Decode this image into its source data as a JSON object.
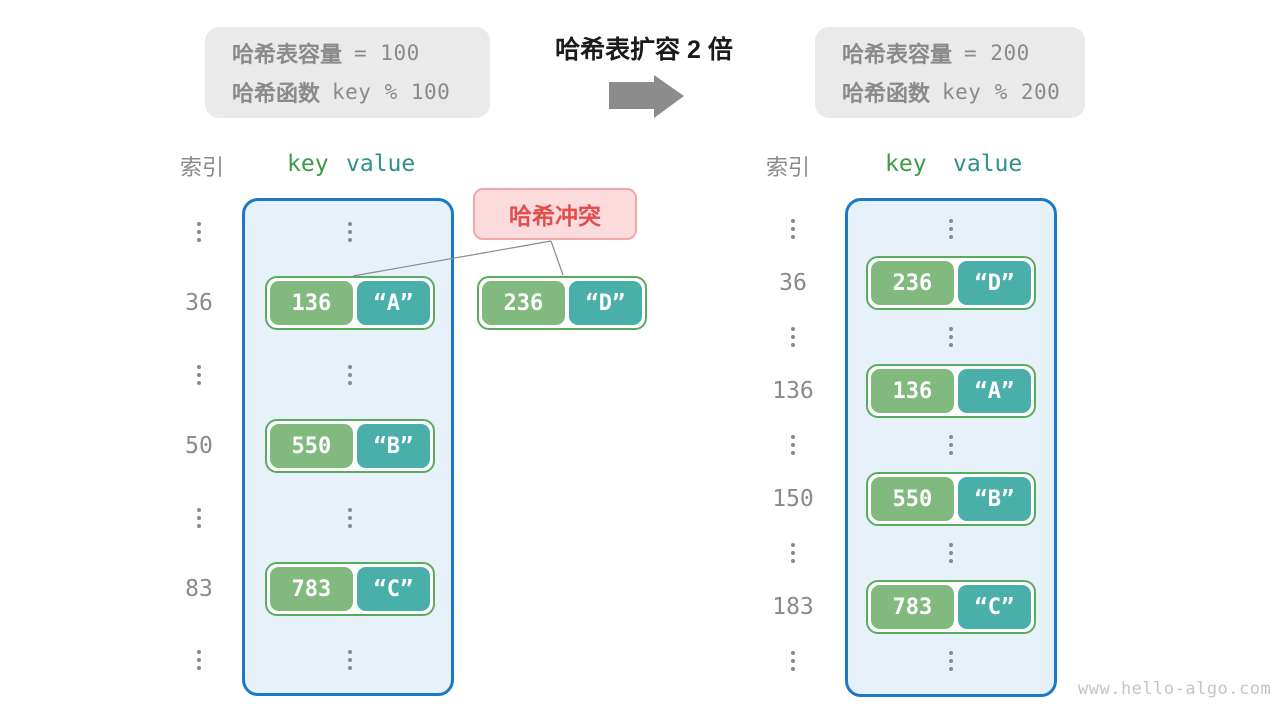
{
  "title": "哈希表扩容 2 倍",
  "info_left": {
    "line1_label": "哈希表容量",
    "line1_value": "= 100",
    "line2_label": "哈希函数",
    "line2_value": "key % 100"
  },
  "info_right": {
    "line1_label": "哈希表容量",
    "line1_value": "= 200",
    "line2_label": "哈希函数",
    "line2_value": "key % 200"
  },
  "headers": {
    "index": "索引",
    "key": "key",
    "value": "value"
  },
  "collision": {
    "label": "哈希冲突",
    "pair": {
      "key": "236",
      "value": "“D”"
    }
  },
  "left_table": {
    "rows": [
      {
        "type": "dots"
      },
      {
        "type": "pair",
        "index": "36",
        "key": "136",
        "value": "“A”"
      },
      {
        "type": "dots"
      },
      {
        "type": "pair",
        "index": "50",
        "key": "550",
        "value": "“B”"
      },
      {
        "type": "dots"
      },
      {
        "type": "pair",
        "index": "83",
        "key": "783",
        "value": "“C”"
      },
      {
        "type": "dots"
      }
    ]
  },
  "right_table": {
    "rows": [
      {
        "type": "dots"
      },
      {
        "type": "pair",
        "index": "36",
        "key": "236",
        "value": "“D”"
      },
      {
        "type": "dots"
      },
      {
        "type": "pair",
        "index": "136",
        "key": "136",
        "value": "“A”"
      },
      {
        "type": "dots"
      },
      {
        "type": "pair",
        "index": "150",
        "key": "550",
        "value": "“B”"
      },
      {
        "type": "dots"
      },
      {
        "type": "pair",
        "index": "183",
        "key": "783",
        "value": "“C”"
      },
      {
        "type": "dots"
      }
    ]
  },
  "watermark": "www.hello-algo.com",
  "colors": {
    "info-bg": "#eaeaea",
    "gray-text": "#8a8a8a",
    "title-color": "#1a1a1a",
    "arrow-gray": "#8c8c8c",
    "key-header": "#3e9a49",
    "value-header": "#2f8f8b",
    "table-border": "#1a79c8",
    "table-bg": "#e6f1f9",
    "pair-border": "#5bab5c",
    "pair-bg": "#fdfdfd",
    "key-green": "#82b97e",
    "value-teal": "#4aaea9",
    "callout-bg": "#fbdbdb",
    "callout-border": "#f3a8a8",
    "callout-text": "#e44d4d",
    "connector-line": "#8a8a8a",
    "watermark-color": "#c4c4c4"
  }
}
